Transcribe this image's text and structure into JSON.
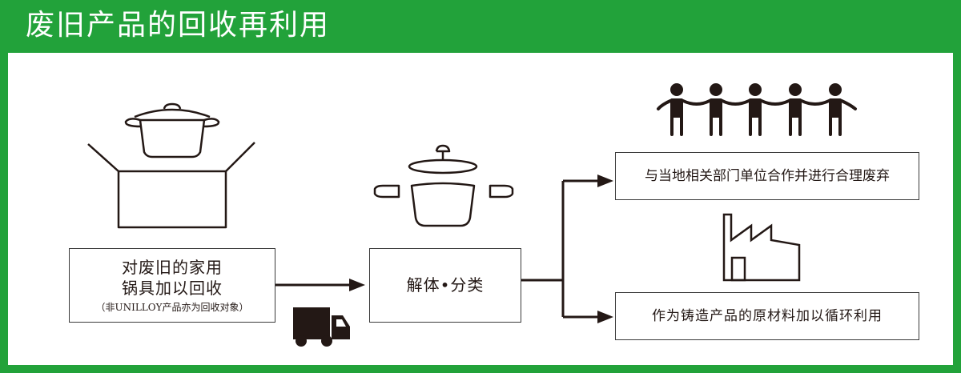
{
  "header": {
    "title": "废旧产品的回收再利用"
  },
  "collect_box": {
    "line1": "对废旧的家用",
    "line2": "锅具加以回收",
    "note": "（非UNILLOY产品亦为回收对象）"
  },
  "sort_box": {
    "label": "解体•分类"
  },
  "dispose_box": {
    "label": "与当地相关部门单位合作并进行合理废弃"
  },
  "reuse_box": {
    "label": "作为铸造产品的原材料加以循环利用"
  },
  "colors": {
    "header_green": "#22a23a",
    "ink": "#231815"
  },
  "icons": [
    "pot-in-box-icon",
    "truck-icon",
    "disassembled-pot-icon",
    "people-chain-icon",
    "factory-icon",
    "arrow-icon"
  ]
}
